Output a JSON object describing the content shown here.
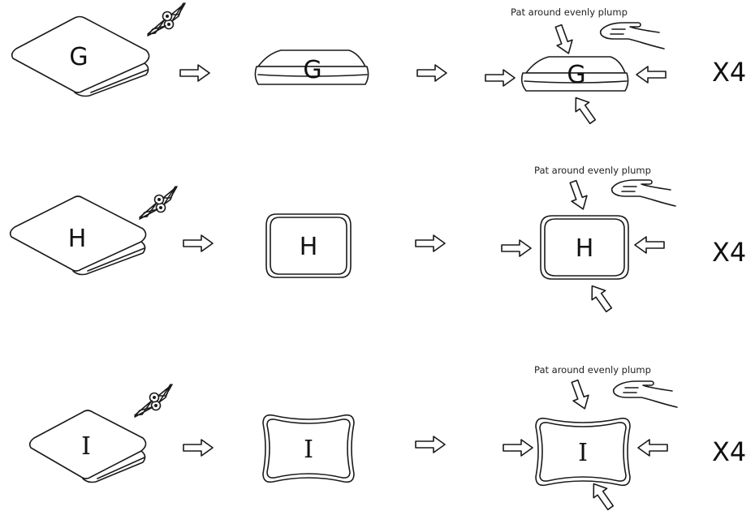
{
  "rows": [
    {
      "label": "G",
      "instruction": "Pat around evenly plump",
      "multiplier": "X4",
      "icons": [
        "diamond-piece",
        "scissors-icon",
        "arrow-right-icon",
        "cushion-flat",
        "arrow-right-icon",
        "cushion-patted",
        "hand-icon"
      ]
    },
    {
      "label": "H",
      "instruction": "Pat around evenly plump",
      "multiplier": "X4",
      "icons": [
        "diamond-piece",
        "scissors-icon",
        "arrow-right-icon",
        "cushion-square",
        "arrow-right-icon",
        "cushion-patted",
        "hand-icon"
      ]
    },
    {
      "label": "I",
      "instruction": "Pat around evenly plump",
      "multiplier": "X4",
      "icons": [
        "diamond-piece",
        "scissors-icon",
        "arrow-right-icon",
        "cushion-pillow",
        "arrow-right-icon",
        "cushion-patted",
        "hand-icon"
      ]
    }
  ]
}
